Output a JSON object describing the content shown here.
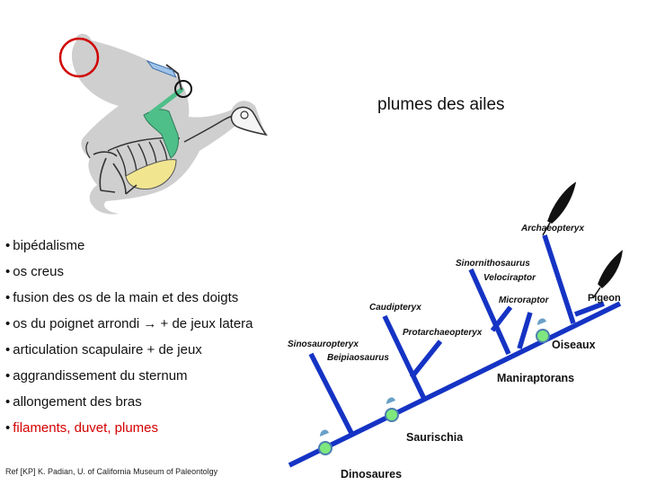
{
  "title": "plumes des ailes",
  "traits": [
    {
      "text": "bipédalisme",
      "highlight": false
    },
    {
      "text": "os creus",
      "highlight": false
    },
    {
      "text": "fusion des os de la main et des doigts",
      "highlight": false
    },
    {
      "text": "os du poignet arrondi → + de jeux latera",
      "highlight": false
    },
    {
      "text": "articulation scapulaire + de jeux",
      "highlight": false
    },
    {
      "text": "aggrandissement du sternum",
      "highlight": false
    },
    {
      "text": "allongement des bras",
      "highlight": false
    },
    {
      "text": "filaments, duvet, plumes",
      "highlight": true
    }
  ],
  "reference": "Ref [KP] K. Padian, U. of California Museum of Paleontolgy",
  "cladogram": {
    "taxa": {
      "sinosauropteryx": "Sinosauropteryx",
      "beipiaosaurus": "Beipiaosaurus",
      "caudipteryx": "Caudipteryx",
      "protarchaeopteryx": "Protarchaeopteryx",
      "sinornithosaurus": "Sinornithosaurus",
      "velociraptor": "Velociraptor",
      "microraptor": "Microraptor",
      "archaeopteryx": "Archaeopteryx",
      "pigeon": "Pigeon"
    },
    "clades": {
      "dinosaures": "Dinosaures",
      "saurischia": "Saurischia",
      "maniraptorans": "Maniraptorans",
      "oiseaux": "Oiseaux"
    },
    "colors": {
      "branch": "#1533c4",
      "node": "#7ee87e",
      "node_marker": "#6aa0c8"
    }
  },
  "colors": {
    "highlight": "#d40000",
    "bird_silhouette": "#cfcfcf",
    "circle": "#d00000"
  }
}
